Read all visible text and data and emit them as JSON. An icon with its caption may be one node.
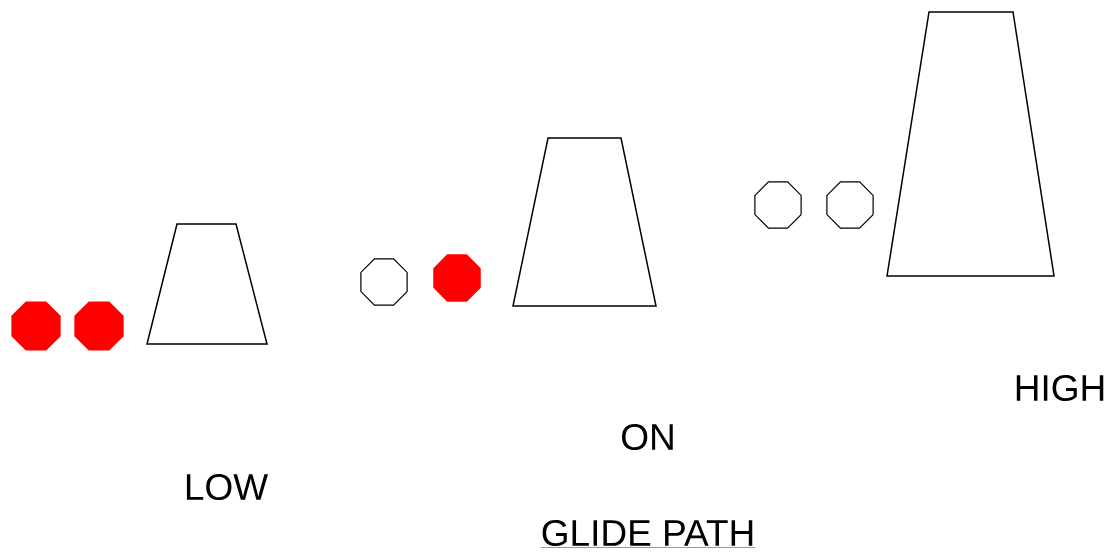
{
  "diagram": {
    "caption": "GLIDE PATH",
    "labels": [
      "LOW",
      "ON",
      "HIGH"
    ]
  }
}
